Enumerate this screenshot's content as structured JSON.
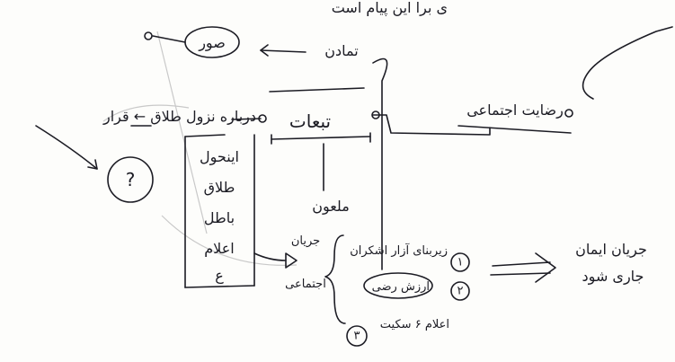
{
  "top_text": "ی برا این پیام است",
  "nodes": {
    "sura": "صور",
    "tamadon": "تمادن",
    "rezaei_ejtemai": "رضایت اجتماعی",
    "talaq_note": "درباره نزول طلاق ← قرار",
    "question_mark": "?",
    "tabaat": "تبعات",
    "maloon": "ملعون",
    "jarayan": "جریان",
    "ejtemai": "اجتماعی",
    "conclusion_line1": "جریان ایمان",
    "conclusion_line2": "جاری شود"
  },
  "left_list": [
    "اینحول",
    "طلاق",
    "باطل",
    "اعلام",
    "ع"
  ],
  "numbered_items": [
    {
      "number": "١",
      "text": "زیربنای آزار اشکران"
    },
    {
      "number": "٢",
      "text": "ارزش رضی"
    },
    {
      "number": "٣",
      "text": "اعلام ۶ سکیت"
    }
  ]
}
